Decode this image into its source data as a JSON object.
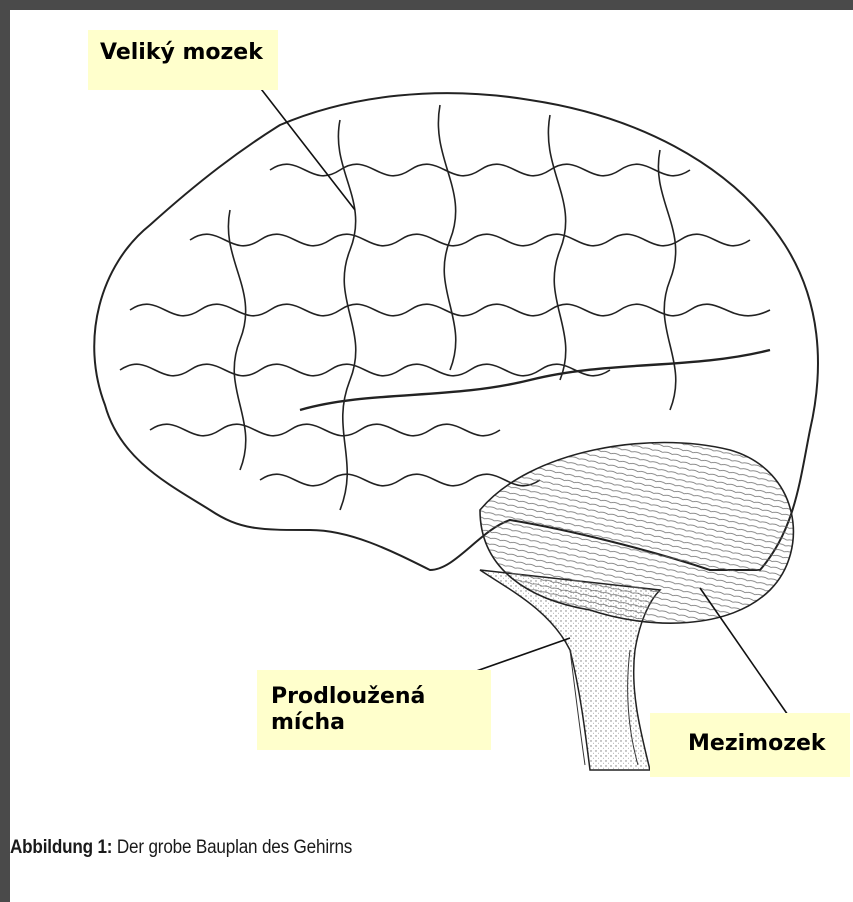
{
  "labels": {
    "cerebrum": "Veliký mozek",
    "medulla_line1": "Prodloužená",
    "medulla_line2": "mícha",
    "midbrain": "Mezimozek"
  },
  "caption": {
    "prefix": "Abbildung 1:",
    "text": " Der grobe Bauplan des Gehirns"
  },
  "colors": {
    "frame": "#4a4a4a",
    "label_background": "#ffffcc",
    "drawing_ink": "#222222"
  }
}
